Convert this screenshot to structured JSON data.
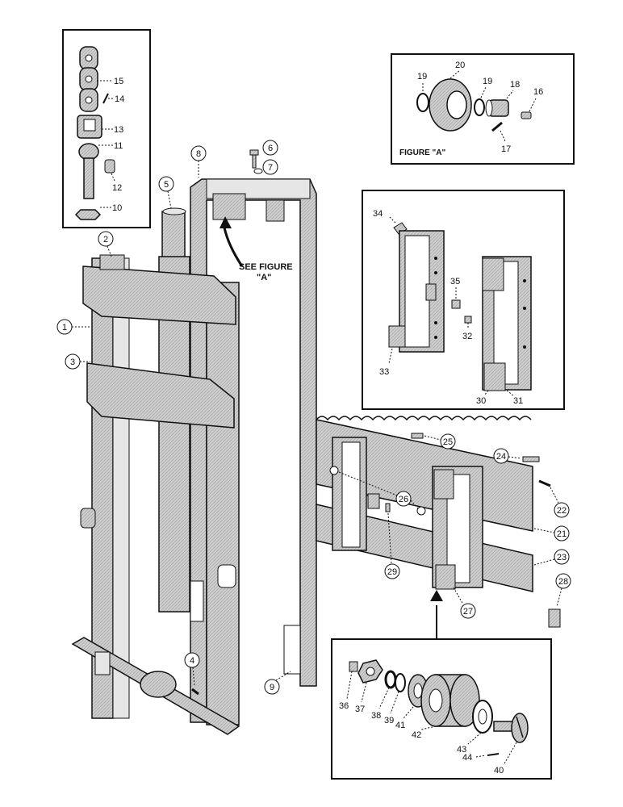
{
  "colors": {
    "ink": "#111111",
    "tint": "#d8d8d8",
    "paper": "#ffffff",
    "mid": "#8a8a8a"
  },
  "figure_a_title": "FIGURE \"A\"",
  "see_figure_line1": "SEE FIGURE",
  "see_figure_line2": "\"A\"",
  "callouts": {
    "c1": "1",
    "c2": "2",
    "c3": "3",
    "c4": "4",
    "c5": "5",
    "c6": "6",
    "c7": "7",
    "c8": "8",
    "c9": "9",
    "c10": "10",
    "c11": "11",
    "c12": "12",
    "c13": "13",
    "c14": "14",
    "c15": "15",
    "c16": "16",
    "c17": "17",
    "c18": "18",
    "c19a": "19",
    "c19b": "19",
    "c20": "20",
    "c21": "21",
    "c22": "22",
    "c23": "23",
    "c24": "24",
    "c25": "25",
    "c26": "26",
    "c27": "27",
    "c28": "28",
    "c29": "29",
    "c30": "30",
    "c31": "31",
    "c32": "32",
    "c33": "33",
    "c34": "34",
    "c35": "35",
    "c36": "36",
    "c37": "37",
    "c38": "38",
    "c39": "39",
    "c40": "40",
    "c41": "41",
    "c42": "42",
    "c43": "43",
    "c44": "44"
  }
}
